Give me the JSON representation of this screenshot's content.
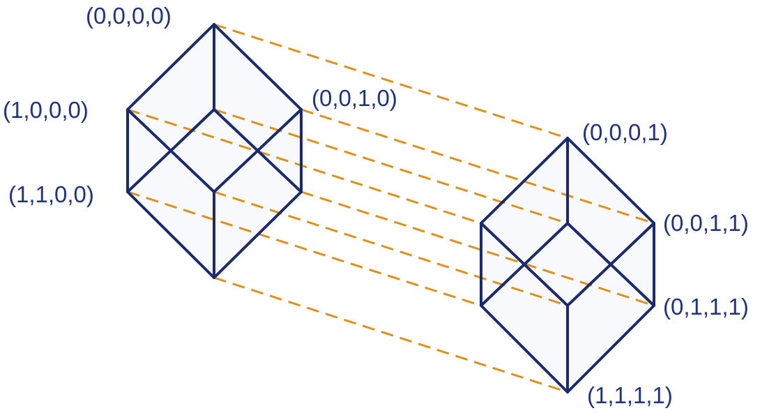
{
  "colors": {
    "edge": "#1a2a6c",
    "link": "#e0901a",
    "label": "#1f3380",
    "face": "#f7f9fc"
  },
  "labels": {
    "v0000": "(0,0,0,0)",
    "v1000": "(1,0,0,0)",
    "v0010": "(0,0,1,0)",
    "v1100": "(1,1,0,0)",
    "v0001": "(0,0,0,1)",
    "v0011": "(0,0,1,1)",
    "v0111": "(0,1,1,1)",
    "v1111": "(1,1,1,1)"
  }
}
